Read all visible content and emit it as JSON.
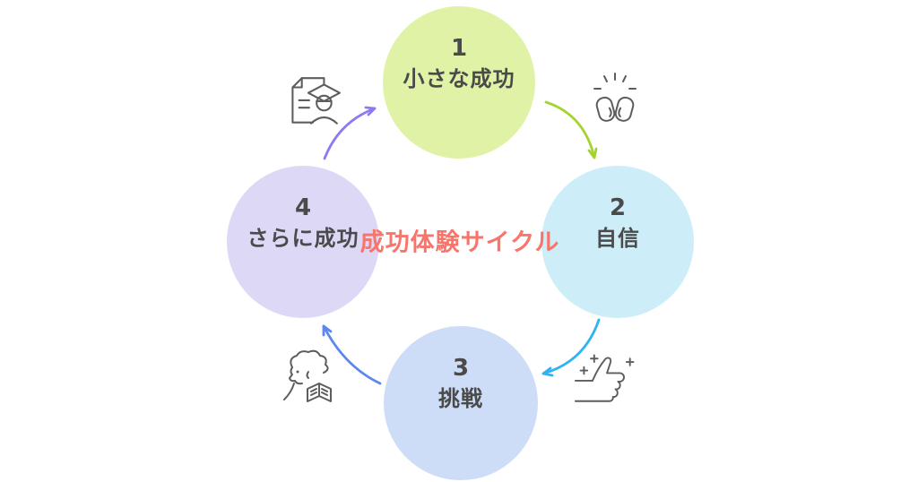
{
  "background_color": "#ffffff",
  "text_color": "#4a4a4a",
  "title": {
    "text": "成功体験サイクル",
    "color": "#f8756b"
  },
  "steps": [
    {
      "number": "1",
      "label": "小さな成功",
      "circle_color": "#dff2a6"
    },
    {
      "number": "2",
      "label": "自信",
      "circle_color": "#cdedf9"
    },
    {
      "number": "3",
      "label": "挑戦",
      "circle_color": "#cdddf7"
    },
    {
      "number": "4",
      "label": "さらに成功",
      "circle_color": "#ddd8f6"
    }
  ],
  "arrows": [
    {
      "from": "小さな成功",
      "to": "自信",
      "color": "#a5d430"
    },
    {
      "from": "自信",
      "to": "挑戦",
      "color": "#30b4f1"
    },
    {
      "from": "挑戦",
      "to": "さらに成功",
      "color": "#5b87ef"
    },
    {
      "from": "さらに成功",
      "to": "小さな成功",
      "color": "#8c7af2"
    }
  ],
  "icons": [
    {
      "name": "graduate-certificate-icon",
      "color": "#5d5d5d"
    },
    {
      "name": "clapping-hands-icon",
      "color": "#5d5d5d"
    },
    {
      "name": "thumbs-up-icon",
      "color": "#5d5d5d"
    },
    {
      "name": "person-reading-icon",
      "color": "#5d5d5d"
    }
  ]
}
